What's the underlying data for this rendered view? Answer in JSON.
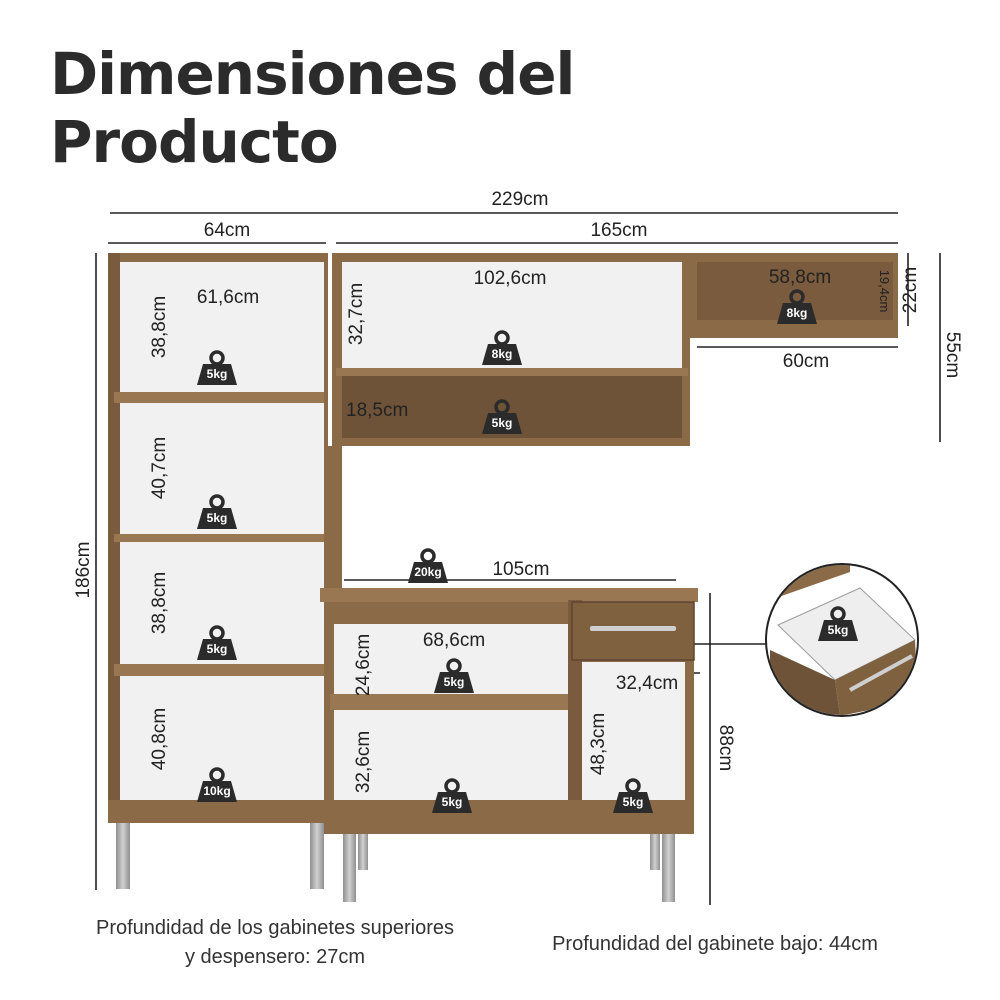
{
  "title": {
    "line1": "Dimensiones del",
    "line2": "Producto"
  },
  "dimensions": {
    "total_width": "229cm",
    "pantry_width": "64cm",
    "upper_width": "165cm",
    "pantry_inner_width": "61,6cm",
    "upper_cabinet_inner_width": "102,6cm",
    "small_cabinet_inner_width": "58,8cm",
    "small_cabinet_inner_height": "19,4cm",
    "small_cabinet_height": "22cm",
    "small_cabinet_width": "60cm",
    "upper_total_height": "55cm",
    "upper_cabinet_inner_height": "32,7cm",
    "upper_niche_height": "18,5cm",
    "total_height": "186cm",
    "pantry_shelf_1": "38,8cm",
    "pantry_shelf_2": "40,7cm",
    "pantry_shelf_3": "38,8cm",
    "pantry_shelf_4": "40,8cm",
    "counter_width": "105cm",
    "lower_inner_width": "68,6cm",
    "lower_shelf_top": "24,6cm",
    "lower_shelf_bottom": "32,6cm",
    "lower_door_width": "32,4cm",
    "lower_door_height": "48,3cm",
    "counter_height": "88cm"
  },
  "weights": {
    "small_cabinet": "8kg",
    "upper_cabinet": "8kg",
    "upper_niche": "5kg",
    "pantry_1": "5kg",
    "pantry_2": "5kg",
    "pantry_3": "5kg",
    "pantry_4": "10kg",
    "countertop": "20kg",
    "lower_shelf": "5kg",
    "lower_bottom": "5kg",
    "lower_right": "5kg",
    "drawer": "5kg"
  },
  "notes": {
    "upper_depth": "Profundidad de los gabinetes superiores y despensero: 27cm",
    "lower_depth": "Profundidad del gabinete bajo: 44cm"
  },
  "colors": {
    "wood": "#8b6a48",
    "wood_dark": "#6e5237",
    "interior": "#f1f1f1",
    "weight_icon": "#2b2b2b",
    "leg": "#b9b9b9",
    "line": "#222222"
  }
}
